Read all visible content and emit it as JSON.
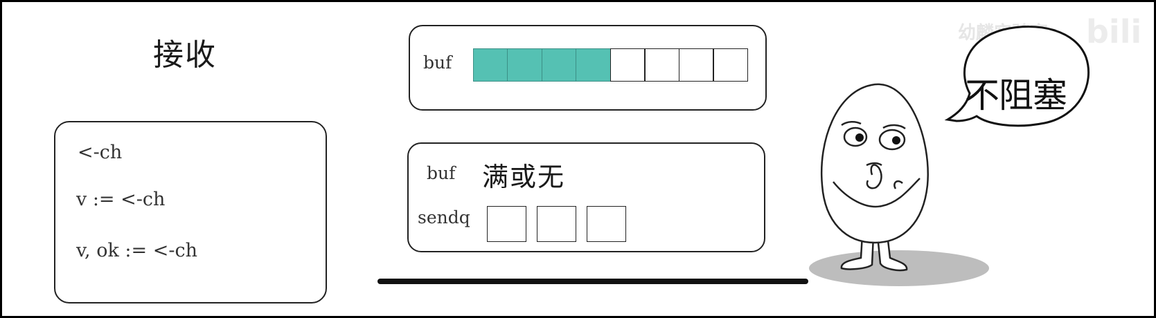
{
  "title": "接收",
  "code": {
    "line1": "<-ch",
    "line2": "v := <-ch",
    "line3": "v, ok := <-ch"
  },
  "top_buffer": {
    "label": "buf",
    "filled_cells": 4,
    "total_cells": 8,
    "fill_color": "#55c1b3"
  },
  "bottom_buffer": {
    "label": "buf",
    "status": "满或无",
    "queue_label": "sendq",
    "queue_slots": 3
  },
  "speech": "不阻塞",
  "watermark": {
    "text": "幼麟实验室",
    "logo": "bili"
  }
}
